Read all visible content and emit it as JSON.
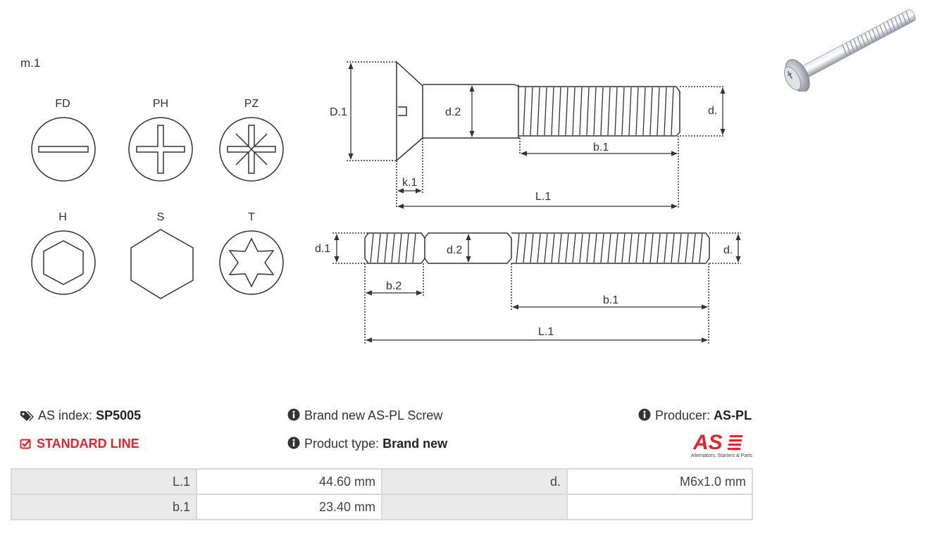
{
  "drawing": {
    "material_label": "m.1",
    "head_types": [
      "FD",
      "PH",
      "PZ",
      "H",
      "S",
      "T"
    ],
    "screw_dims": {
      "D1": "D.1",
      "d2": "d.2",
      "d": "d.",
      "b1": "b.1",
      "k1": "k.1",
      "L1": "L.1"
    },
    "stud_dims": {
      "d1": "d.1",
      "d2": "d.2",
      "d": "d.",
      "b2": "b.2",
      "b1": "b.1",
      "L1": "L.1"
    }
  },
  "info": {
    "index_label": "AS index:",
    "index_value": "SP5005",
    "line_label": "STANDARD LINE",
    "description": "Brand new AS-PL Screw",
    "product_type_label": "Product type:",
    "product_type_value": "Brand new",
    "producer_label": "Producer:",
    "producer_value": "AS-PL"
  },
  "logo": {
    "text": "AS",
    "tagline": "Alternators, Starters & Parts",
    "color": "#e3262b"
  },
  "specs": [
    {
      "label": "L.1",
      "value": "44.60 mm",
      "label2": "d.",
      "value2": "M6x1.0 mm"
    },
    {
      "label": "b.1",
      "value": "23.40 mm",
      "label2": "",
      "value2": ""
    }
  ]
}
